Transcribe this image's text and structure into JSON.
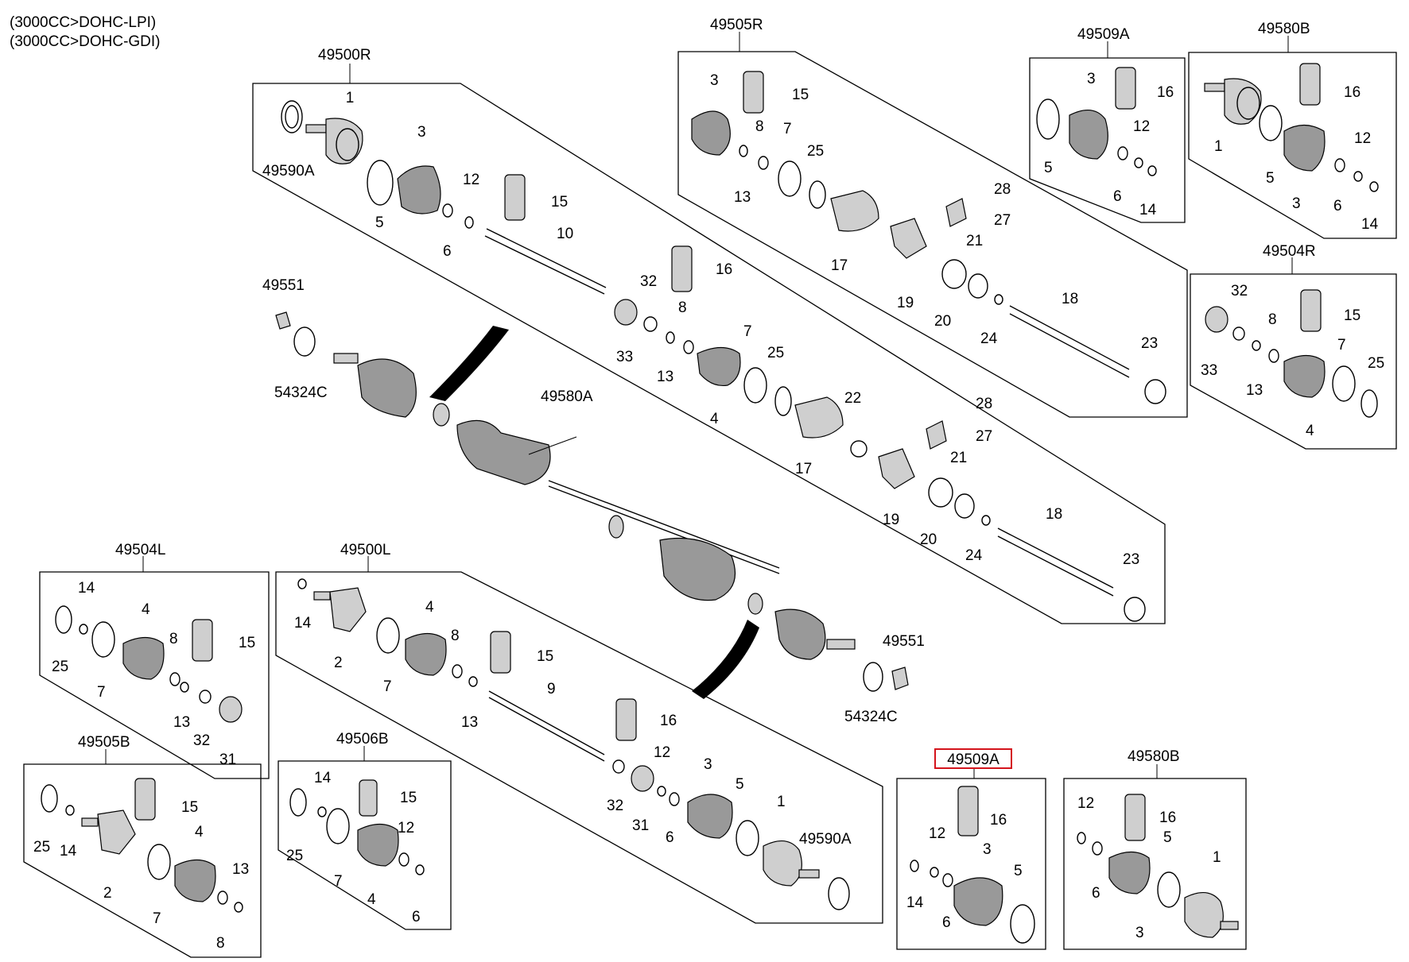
{
  "header": {
    "line1": "(3000CC>DOHC-LPI)",
    "line2": "(3000CC>DOHC-GDI)"
  },
  "assemblies": {
    "main_shaft": {
      "left_nut": "49551",
      "left_washer": "54324C",
      "bolt": "49580A",
      "right_nut": "49551",
      "right_washer": "54324C"
    },
    "r500": {
      "title": "49500R",
      "labels": {
        "p1": "1",
        "ring": "49590A",
        "p3": "3",
        "p5": "5",
        "p6": "6",
        "p12": "12",
        "p15": "15",
        "p10": "10",
        "p16": "16",
        "p32": "32",
        "p33": "33",
        "p8": "8",
        "p13": "13",
        "p7": "7",
        "p4": "4",
        "p25": "25",
        "p17": "17",
        "p22": "22",
        "p28": "28",
        "p27": "27",
        "p19": "19",
        "p21": "21",
        "p20": "20",
        "p24": "24",
        "p18": "18",
        "p23": "23"
      }
    },
    "r505": {
      "title": "49505R",
      "labels": {
        "p3": "3",
        "p15": "15",
        "p8": "8",
        "p7": "7",
        "p13": "13",
        "p25": "25",
        "p28": "28",
        "p27": "27",
        "p21": "21",
        "p17": "17",
        "p19": "19",
        "p20": "20",
        "p24": "24",
        "p18": "18",
        "p23": "23"
      }
    },
    "a509_top": {
      "title": "49509A",
      "labels": {
        "p3": "3",
        "p16": "16",
        "p12": "12",
        "p5": "5",
        "p6": "6",
        "p14": "14"
      }
    },
    "b580_top": {
      "title": "49580B",
      "labels": {
        "p16": "16",
        "p1": "1",
        "p12": "12",
        "p5": "5",
        "p3": "3",
        "p6": "6",
        "p14": "14"
      }
    },
    "r504": {
      "title": "49504R",
      "labels": {
        "p32": "32",
        "p8": "8",
        "p15": "15",
        "p33": "33",
        "p7": "7",
        "p13": "13",
        "p25": "25",
        "p4": "4"
      }
    },
    "l504": {
      "title": "49504L",
      "labels": {
        "p14": "14",
        "p4": "4",
        "p8": "8",
        "p15": "15",
        "p25": "25",
        "p7": "7",
        "p13": "13",
        "p32": "32",
        "p31": "31"
      }
    },
    "l500": {
      "title": "49500L",
      "labels": {
        "p14": "14",
        "p4": "4",
        "p2": "2",
        "p7": "7",
        "p8": "8",
        "p15": "15",
        "p13": "13",
        "p9": "9",
        "p16": "16",
        "p12": "12",
        "p3": "3",
        "p32": "32",
        "p31": "31",
        "p6": "6",
        "p5": "5",
        "p1": "1",
        "ring": "49590A"
      }
    },
    "b505": {
      "title": "49505B",
      "labels": {
        "p15": "15",
        "p25": "25",
        "p14": "14",
        "p4": "4",
        "p2": "2",
        "p13": "13",
        "p7": "7",
        "p8": "8"
      }
    },
    "b506": {
      "title": "49506B",
      "labels": {
        "p14": "14",
        "p15": "15",
        "p25": "25",
        "p12": "12",
        "p7": "7",
        "p4": "4",
        "p6": "6"
      }
    },
    "a509_bottom": {
      "title": "49509A",
      "labels": {
        "p16": "16",
        "p12": "12",
        "p3": "3",
        "p5": "5",
        "p14": "14",
        "p6": "6"
      }
    },
    "b580_bottom": {
      "title": "49580B",
      "labels": {
        "p12": "12",
        "p16": "16",
        "p5": "5",
        "p1": "1",
        "p6": "6",
        "p3": "3"
      }
    }
  },
  "colors": {
    "highlight": "#d4141c",
    "line": "#000000"
  }
}
